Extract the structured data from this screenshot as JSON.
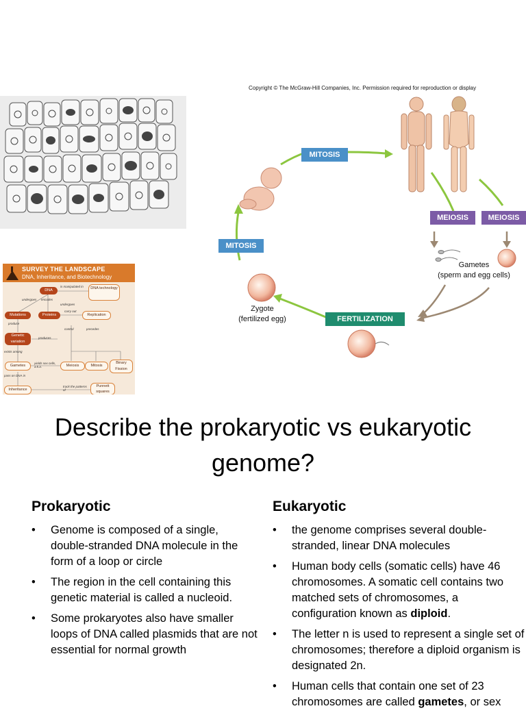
{
  "concept_map": {
    "title": "SURVEY THE LANDSCAPE",
    "subtitle": "DNA, Inheritance, and Biotechnology",
    "nodes": {
      "dna": "DNA",
      "dna_technology": "DNA technology",
      "proteins": "Proteins",
      "mutations": "Mutations",
      "replication": "Replication",
      "genetic_variation": "Genetic variation",
      "gametes": "Gametes",
      "meiosis": "Meiosis",
      "mitosis": "Mitosis",
      "binary_fission": "Binary Fission",
      "inheritance": "Inheritance",
      "punnett_squares": "Punnett squares"
    },
    "links": {
      "is_manipulated_in": "is manipulated in",
      "undergoes_1": "undergoes",
      "encodes": "encodes",
      "undergoes_2": "undergoes",
      "carry_out": "carry out",
      "produce": "produce",
      "control": "control",
      "precedes": "precedes",
      "produces": "produces",
      "exists_among": "exists among",
      "yields_sex_cells": "yields sex cells, a.k.a.",
      "pass_on_dna_in": "pass on DNA in",
      "track_the_patterns_of": "track the patterns of"
    }
  },
  "life_cycle": {
    "copyright": "Copyright © The McGraw-Hill Companies, Inc. Permission required for reproduction or display",
    "mitosis_top": "MITOSIS",
    "mitosis_left": "MITOSIS",
    "meiosis_male": "MEIOSIS",
    "meiosis_female": "MEIOSIS",
    "fertilization": "FERTILIZATION",
    "gametes_line1": "Gametes",
    "gametes_line2": "(sperm and egg cells)",
    "zygote_line1": "Zygote",
    "zygote_line2": "(fertilized egg)"
  },
  "slide": {
    "title_line1": "Describe the prokaryotic vs eukaryotic",
    "title_line2": "genome?",
    "prokaryotic": {
      "heading": "Prokaryotic",
      "bullets": [
        "Genome is composed of a single, double-stranded DNA molecule in the form of a loop or circle",
        "The region in the cell containing this genetic material is called a nucleoid.",
        "Some prokaryotes also have smaller loops of DNA called plasmids that are not essential for normal growth"
      ]
    },
    "eukaryotic": {
      "heading": "Eukaryotic",
      "b1": "the genome comprises several double-stranded, linear DNA molecules",
      "b2_pre": "Human body cells (somatic cells) have 46 chromosomes. A somatic cell contains two matched sets of chromosomes, a configuration known as ",
      "b2_bold": "diploid",
      "b2_post": ".",
      "b3": "The letter n is used to represent a single set of chromosomes; therefore a diploid organism is designated 2n.",
      "b4_pre": "Human cells that contain one set of 23 chromosomes are called ",
      "b4_bold": "gametes",
      "b4_post": ", or sex"
    }
  }
}
